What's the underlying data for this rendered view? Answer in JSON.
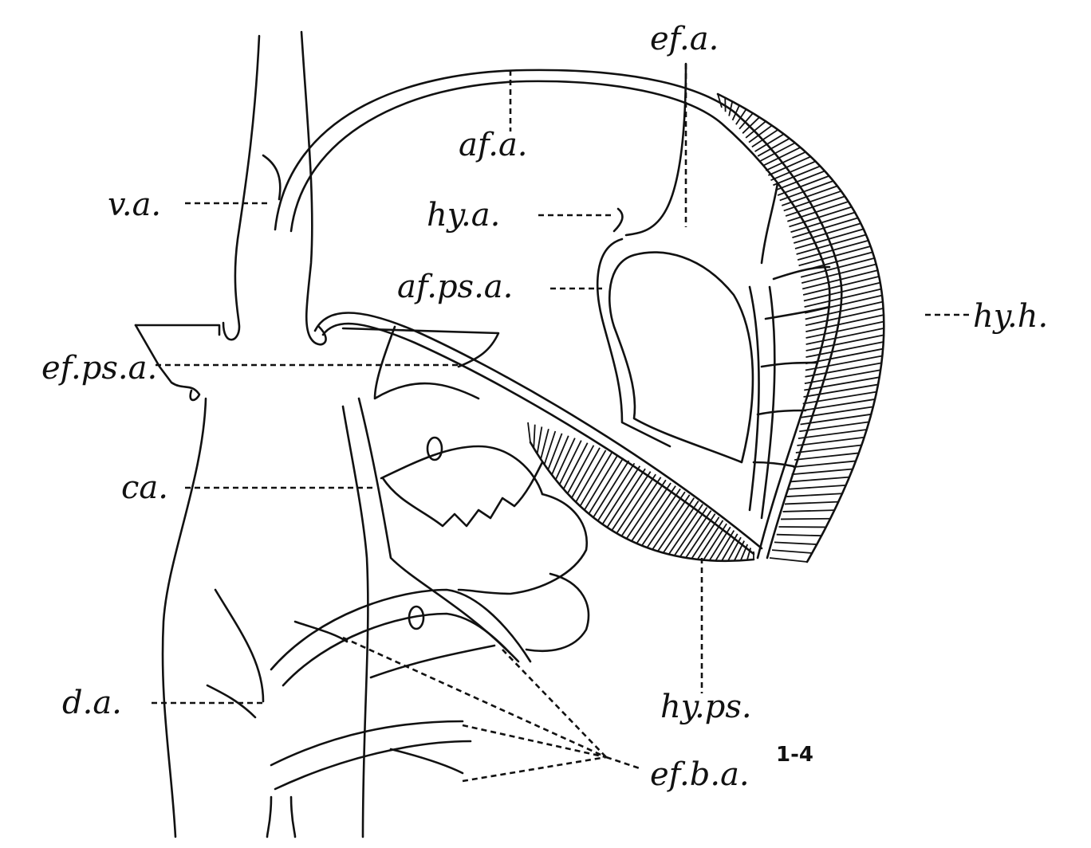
{
  "figure": {
    "labels": {
      "ef_a": "ef.a.",
      "af_a": "af.a.",
      "v_a": "v.a.",
      "hy_a": "hy.a.",
      "af_ps_a": "af.ps.a.",
      "hy_h": "hy.h.",
      "ef_ps_a": "ef.ps.a.",
      "ca": "ca.",
      "d_a": "d.a.",
      "hy_ps": "hy.ps.",
      "ef_b_a": "ef.b.a.",
      "ef_b_a_sup": "1-4"
    }
  }
}
